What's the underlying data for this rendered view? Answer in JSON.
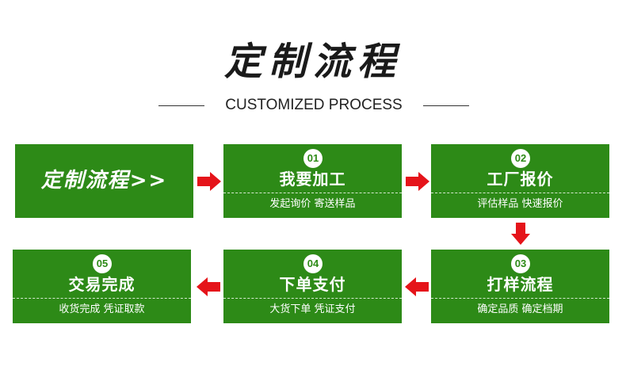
{
  "header": {
    "title": "定制流程",
    "subtitle": "CUSTOMIZED PROCESS"
  },
  "intro_box": {
    "label": "定制流程>>"
  },
  "steps": [
    {
      "number": "01",
      "title": "我要加工",
      "desc": "发起询价 寄送样品"
    },
    {
      "number": "02",
      "title": "工厂报价",
      "desc": "评估样品 快速报价"
    },
    {
      "number": "03",
      "title": "打样流程",
      "desc": "确定品质 确定档期"
    },
    {
      "number": "04",
      "title": "下单支付",
      "desc": "大货下单 凭证支付"
    },
    {
      "number": "05",
      "title": "交易完成",
      "desc": "收货完成 凭证取款"
    }
  ],
  "colors": {
    "box_green": "#2d8a17",
    "arrow_red": "#e5141a",
    "title_text": "#1a1a1a"
  }
}
